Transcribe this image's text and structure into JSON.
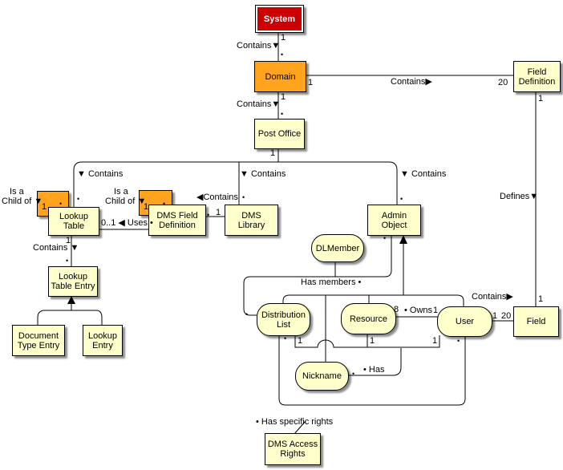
{
  "colors": {
    "system_fill": "#CC0000",
    "recursion_fill": "#FFA41C",
    "node_fill": "#FFFFCC",
    "line": "#000000",
    "background": "#FFFFFF"
  },
  "nodes": {
    "system": {
      "label": "System"
    },
    "domain": {
      "label": "Domain"
    },
    "post_office": {
      "label": "Post Office"
    },
    "field_definition": {
      "label": "Field\nDefinition"
    },
    "lookup_table": {
      "label": "Lookup\nTable"
    },
    "dms_field_definition": {
      "label": "DMS Field\nDefinition"
    },
    "dms_library": {
      "label": "DMS\nLibrary"
    },
    "admin_object": {
      "label": "Admin\nObject"
    },
    "dl_member": {
      "label": "DLMember"
    },
    "lookup_table_entry": {
      "label": "Lookup\nTable Entry"
    },
    "document_type_entry": {
      "label": "Document\nType Entry"
    },
    "lookup_entry": {
      "label": "Lookup\nEntry"
    },
    "distribution_list": {
      "label": "Distribution\nList"
    },
    "resource": {
      "label": "Resource"
    },
    "user": {
      "label": "User"
    },
    "field": {
      "label": "Field"
    },
    "nickname": {
      "label": "Nickname"
    },
    "dms_access_rights": {
      "label": "DMS Access\nRights"
    }
  },
  "edge_labels": {
    "system_domain_one": "1",
    "system_domain_name": "Contains▼",
    "system_domain_many": "•",
    "domain_po_one": "1",
    "domain_po_name": "Contains▼",
    "domain_po_many": "•",
    "domain_fd_one": "1",
    "domain_fd_name": "Contains▶",
    "domain_fd_twenty": "20",
    "po_one": "1",
    "po_contains_left": "▼ Contains",
    "po_contains_mid": "▼ Contains",
    "po_contains_right": "▼ Contains",
    "lookup_table_many": "•",
    "dms_library_many": "•",
    "admin_object_many": "•",
    "lt_isa_line1": "Is a",
    "lt_isa_line2": "Child of ▼",
    "lt_isa_one": "1",
    "lt_isa_many": "•",
    "dmsfd_isa_line1": "Is a",
    "dmsfd_isa_line2": "Child of ▼",
    "dmsfd_isa_one": "1",
    "dmsfd_isa_many": "•",
    "uses_label": "0..1 ◀ Uses •",
    "dmsl_contains": "◀Contains",
    "dmsfd_many": "•",
    "dmsl_one": "1",
    "lt_lte_one": "1",
    "lt_lte_name": "Contains ▼",
    "lte_many": "•",
    "fd_one": "1",
    "defines": "Defines▼",
    "field_one": "1",
    "has_members": "Has members •",
    "ao_arrow_many": "•",
    "dl_left_many": "•",
    "dl_bottom_many": "•",
    "dl_bottom_one": "1",
    "resource_eight": "8",
    "owns": "• Owns",
    "owns_one": "1",
    "resource_bottom_one": "1",
    "user_bottom_one": "1",
    "user_bottom_many": "•",
    "user_field_name": "Contains▶",
    "user_field_one": "1",
    "user_field_twenty": "20",
    "nickname_many": "•",
    "has": "• Has",
    "has_specific_rights": "• Has specific rights"
  }
}
